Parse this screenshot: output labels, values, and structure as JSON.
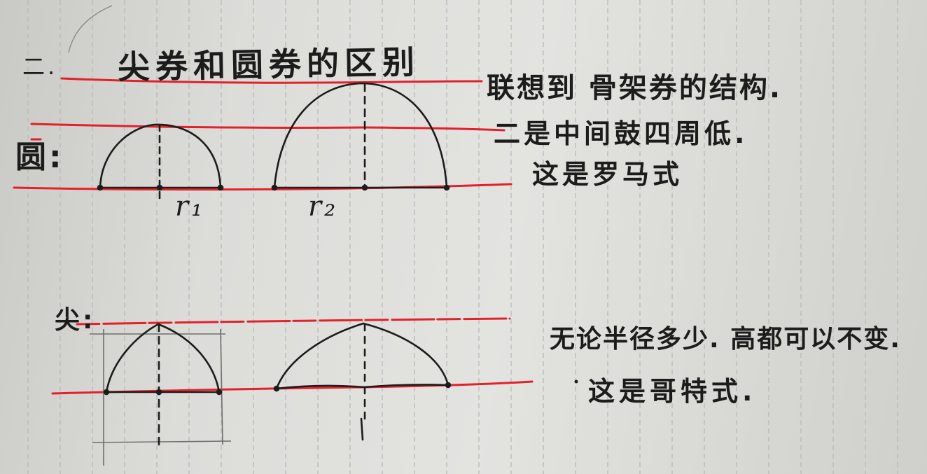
{
  "notebook_page": {
    "heading": {
      "number": "二.",
      "title": "尖券和圆券的区别"
    },
    "note_right_top": {
      "line1": "联想到 骨架券的结构.",
      "line2": "二是中间鼓四周低.",
      "line3": "这是罗马式"
    },
    "round_arch": {
      "label": "圆:",
      "radius_small": "r₁",
      "radius_large": "r₂"
    },
    "pointed_arch": {
      "label": "尖:"
    },
    "note_right_bottom": {
      "line1": "无论半径多少. 高都可以不变.",
      "line2": "这是哥特式."
    },
    "colors": {
      "paper": "#dedfdc",
      "ink": "#1c1c1c",
      "red_guide": "#e4202a",
      "ruling_dashes": "#b8b8b6"
    }
  }
}
